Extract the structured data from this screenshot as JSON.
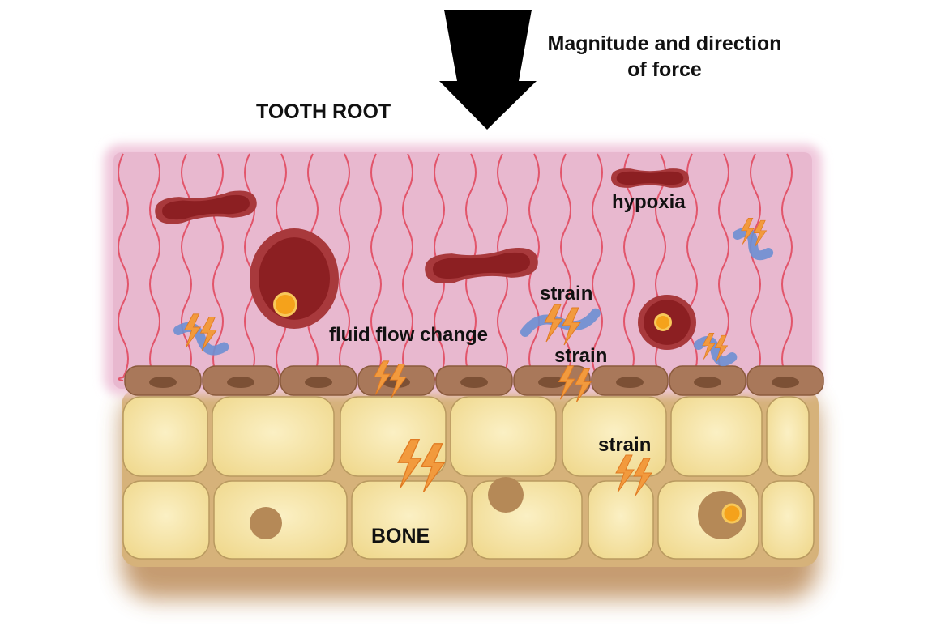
{
  "labels": {
    "force_line1": "Magnitude and direction",
    "force_line2": "of force",
    "tooth_root": "TOOTH ROOT",
    "hypoxia": "hypoxia",
    "fluid_flow": "fluid flow change",
    "strain_a": "strain",
    "strain_b": "strain",
    "strain_c": "strain",
    "bone": "BONE"
  },
  "colors": {
    "ligament": "#e8b8cf",
    "fiber": "#e2556b",
    "cell_outer": "#a8393c",
    "cell_inner": "#8c1f22",
    "nucleus": "#f5a21b",
    "osteoblast": "#a9785a",
    "bone_cell": "#f7e6a8",
    "bone_outline": "#b99a60",
    "bone_matrix": "#d9b77c",
    "bone_shadow": "#b98a55",
    "strain_bolt": "#f29a3d",
    "strain_wave": "#6d8fd1",
    "arrow": "#000000"
  }
}
